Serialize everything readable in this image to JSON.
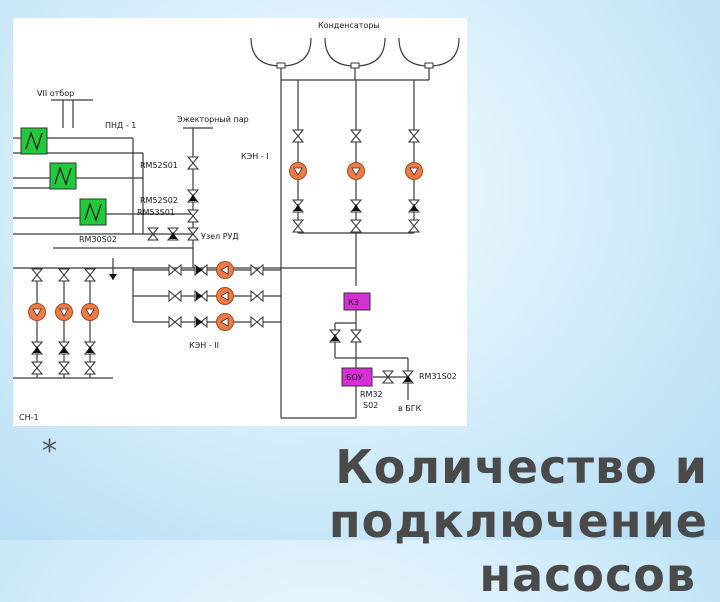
{
  "diagram": {
    "labels": {
      "condensers": "Конденсаторы",
      "extraction_vii": "VII отбор",
      "lp_heater": "ПНД - 1",
      "ejector_steam": "Эжекторный пар",
      "kzn1": "КЭН - I",
      "rm52s01": "RM52S01",
      "rm52s02": "RM52S02",
      "rm53s01": "RM53S01",
      "rm30s02": "RM30S02",
      "uzel_rud": "Узел РУД",
      "kzn2": "КЭН - II",
      "kz": "КЗ",
      "bou": "БОУ",
      "rm31s02": "RM31S02",
      "rm32": "RM32",
      "s02": "S02",
      "to_bgk": "в БГК",
      "sn1": "СН-1"
    },
    "colors": {
      "line": "#3a3a3a",
      "pump": "#f07a45",
      "heater": "#22c93a",
      "block": "#d62fd6"
    }
  },
  "slide": {
    "bullet": "*",
    "title_line1": "Количество и подключение",
    "title_line2": "насосов"
  }
}
